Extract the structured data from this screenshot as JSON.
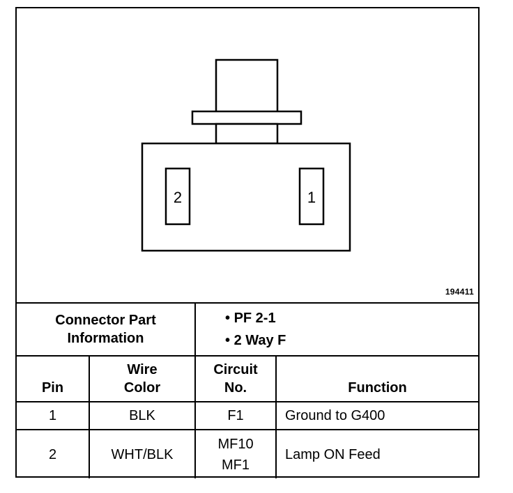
{
  "figure_id": "194411",
  "pins_drawn": [
    {
      "label": "2"
    },
    {
      "label": "1"
    }
  ],
  "connector_info": {
    "label_line1": "Connector Part",
    "label_line2": "Information",
    "bullets": [
      "PF 2-1",
      "2 Way F"
    ]
  },
  "table": {
    "headers": {
      "pin": "Pin",
      "wire_line1": "Wire",
      "wire_line2": "Color",
      "circuit_line1": "Circuit",
      "circuit_line2": "No.",
      "function": "Function"
    },
    "rows": [
      {
        "pin": "1",
        "wire_color": "BLK",
        "circuit_line1": "F1",
        "circuit_line2": "",
        "function": "Ground to G400"
      },
      {
        "pin": "2",
        "wire_color": "WHT/BLK",
        "circuit_line1": "MF10",
        "circuit_line2": "MF1",
        "function": "Lamp ON Feed"
      }
    ]
  }
}
